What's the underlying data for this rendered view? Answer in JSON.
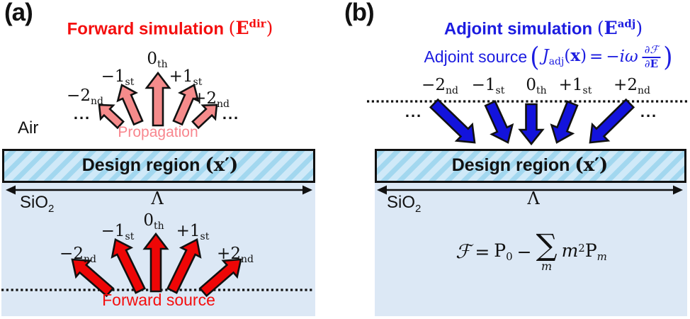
{
  "orders": [
    {
      "main": "−2",
      "sub": "nd"
    },
    {
      "main": "−1",
      "sub": "st"
    },
    {
      "main": "0",
      "sub": "th"
    },
    {
      "main": "+1",
      "sub": "st"
    },
    {
      "main": "+2",
      "sub": "nd"
    }
  ],
  "ellipsis": "...",
  "colors": {
    "red_text": "#f40e0e",
    "red_arrow": "#ee0606",
    "pink_arrow": "#f58b8b",
    "pink_text": "#f8868e",
    "blue_text": "#1c1ce0",
    "blue_arrow": "#1313dc",
    "design_fill": "#cfe9f8",
    "design_hatch": "#a2d7ef",
    "substrate_fill": "#dce8f5",
    "outline": "#111111"
  },
  "panel_a": {
    "tag": "(a)",
    "title_main": "Forward simulation",
    "title_open": "(",
    "title_E": "E",
    "title_sup": "dir",
    "title_close": ")",
    "propagation": "Propagation",
    "air": "Air",
    "design_region": {
      "main": "Design region",
      "paren": "(x′)"
    },
    "sio2": {
      "main": "SiO",
      "sub": "2"
    },
    "lambda": "Λ",
    "forward_source": "Forward source"
  },
  "panel_b": {
    "tag": "(b)",
    "title_main": "Adjoint simulation",
    "title_open": "(",
    "title_E": "E",
    "title_sup": "adj",
    "title_close": ")",
    "adjoint_source": {
      "label": "Adjoint source",
      "open": "(",
      "j": "J",
      "j_sub": "adj",
      "arg_open": "(",
      "arg_x": "x",
      "arg_close": ")",
      "eq": "=",
      "iomega": "−iω",
      "frac_top": "∂ℱ",
      "frac_bot_partial": "∂",
      "frac_bot_E": "E",
      "close": ")"
    },
    "design_region": {
      "main": "Design region",
      "paren": "(x′)"
    },
    "sio2": {
      "main": "SiO",
      "sub": "2"
    },
    "lambda": "Λ",
    "formula": {
      "F": "ℱ",
      "eq": "=",
      "P": "P",
      "P_sub": "0",
      "minus": "−",
      "sigma": "∑",
      "sigma_sub": "m",
      "m_sq": "m",
      "m_sq_sup": "2",
      "P_m": "P",
      "P_m_sub": "m"
    }
  }
}
